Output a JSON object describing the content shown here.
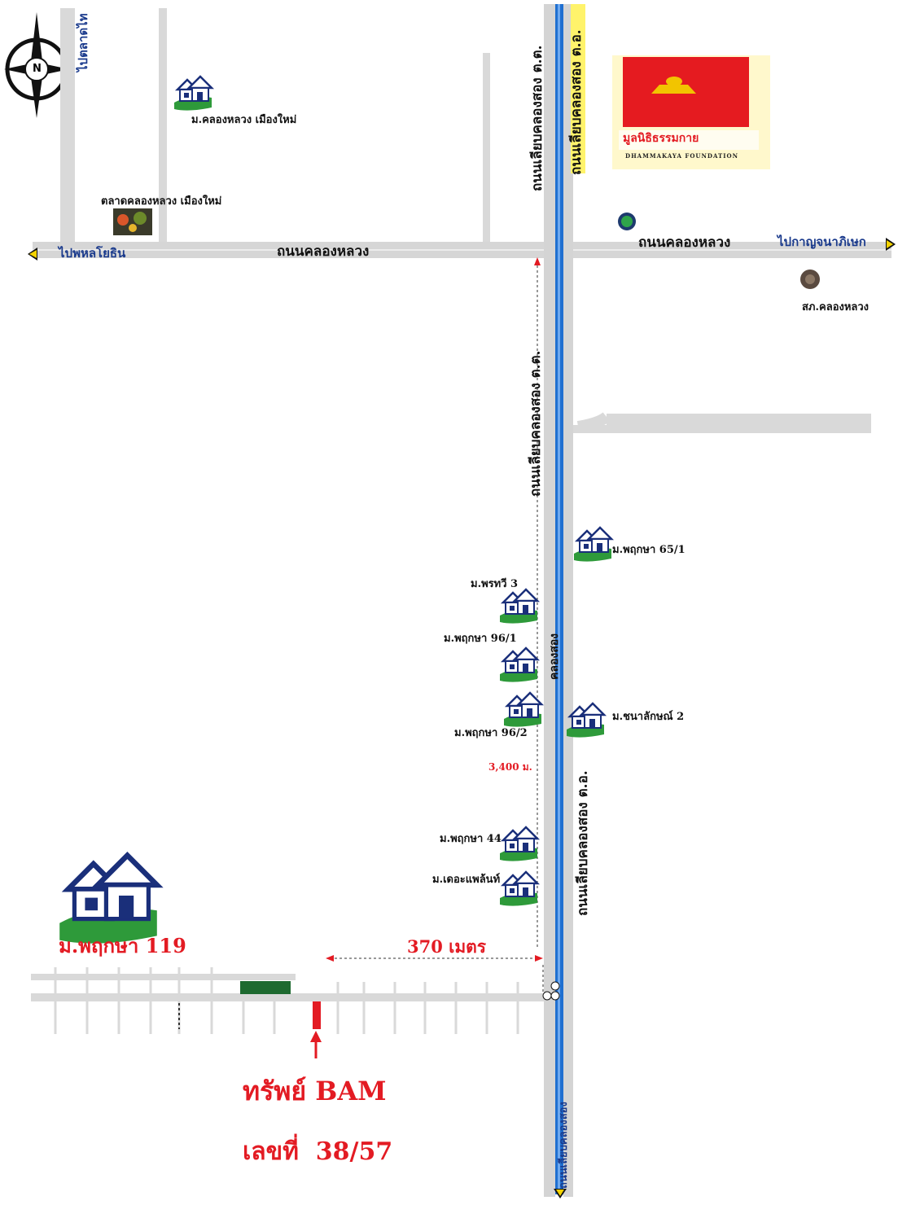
{
  "compass": {
    "north_label": "N"
  },
  "directions": {
    "top_left": "ไปตลาดไท",
    "left": "ไปพหลโยธิน",
    "right": "ไปกาญจนาภิเษก"
  },
  "roads": {
    "khlong_luang_left": "ถนนคลองหลวง",
    "khlong_luang_right": "ถนนคลองหลวง",
    "west_bank_top": "ถนนเลียบคลองสอง ต.ต.",
    "east_bank_top": "ถนนเลียบคลองสอง ต.อ.",
    "west_bank_mid": "ถนนเลียบคลองสอง ต.ต.",
    "east_bank_bottom": "ถนนเลียบคลองสอง ต.อ.",
    "canal": "คลองสอง",
    "canal_bottom": "ถนนเลียบคลองสอง"
  },
  "places": {
    "village_top": "ม.คลองหลวง เมืองใหม่",
    "market": "ตลาดคลองหลวง เมืองใหม่",
    "police": "สภ.คลองหลวง",
    "foundation_name": "มูลนิธิธรรมกาย",
    "foundation_en": "DHAMMAKAYA FOUNDATION",
    "v_65_1": "ม.พฤกษา 65/1",
    "v_pornthawee": "ม.พรทวี 3",
    "v_96_1": "ม.พฤกษา 96/1",
    "v_96_2": "ม.พฤกษา 96/2",
    "v_chanalak": "ม.ชนาลักษณ์ 2",
    "v_44": "ม.พฤกษา 44",
    "v_the_plant": "ม.เดอะแพล้นท์",
    "main_village": "ม.พฤกษา 119"
  },
  "distances": {
    "long": "3,400 ม.",
    "short": "370 เมตร"
  },
  "property": {
    "title": "ทรัพย์ BAM",
    "number": "เลขที่  38/57"
  },
  "colors": {
    "canal": "#1f6fd0",
    "accent_red": "#e31b23",
    "house_green": "#2e9a3a",
    "house_blue": "#1a2f7a",
    "road_grey": "#d6d6d6"
  }
}
